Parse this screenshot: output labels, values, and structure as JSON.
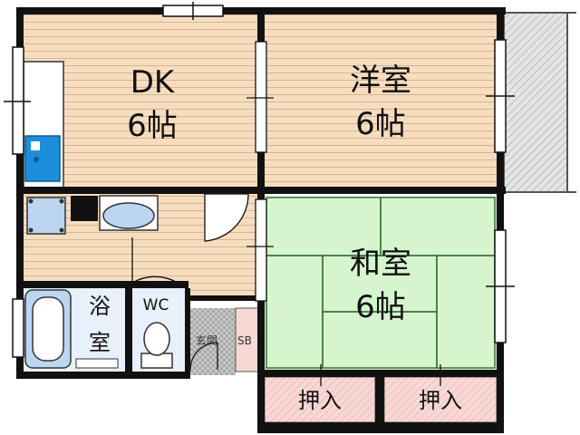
{
  "rooms": {
    "dk": {
      "name": "DK",
      "size": "6帖"
    },
    "western": {
      "name": "洋室",
      "size": "6帖"
    },
    "japanese": {
      "name": "和室",
      "size": "6帖"
    },
    "bath": {
      "name_line1": "浴",
      "name_line2": "室"
    },
    "toilet": {
      "name": "WC"
    },
    "entrance": {
      "name": "玄関"
    },
    "shoebox": {
      "name": "SB"
    },
    "closet_left": {
      "name": "押入"
    },
    "closet_right": {
      "name": "押入"
    }
  },
  "colors": {
    "wall": "#111111",
    "flooring": "#f6ddc0",
    "flooring_line": "#d9b48e",
    "tatami": "#d6f5cf",
    "tatami_line": "#2f6b2f",
    "closet": "#f8d8d4",
    "bath_fixture": "#bcd6f2",
    "sink": "#1c8fdc",
    "balcony": "#d8d8d8",
    "entrance_tile": "#b4b4b4"
  }
}
